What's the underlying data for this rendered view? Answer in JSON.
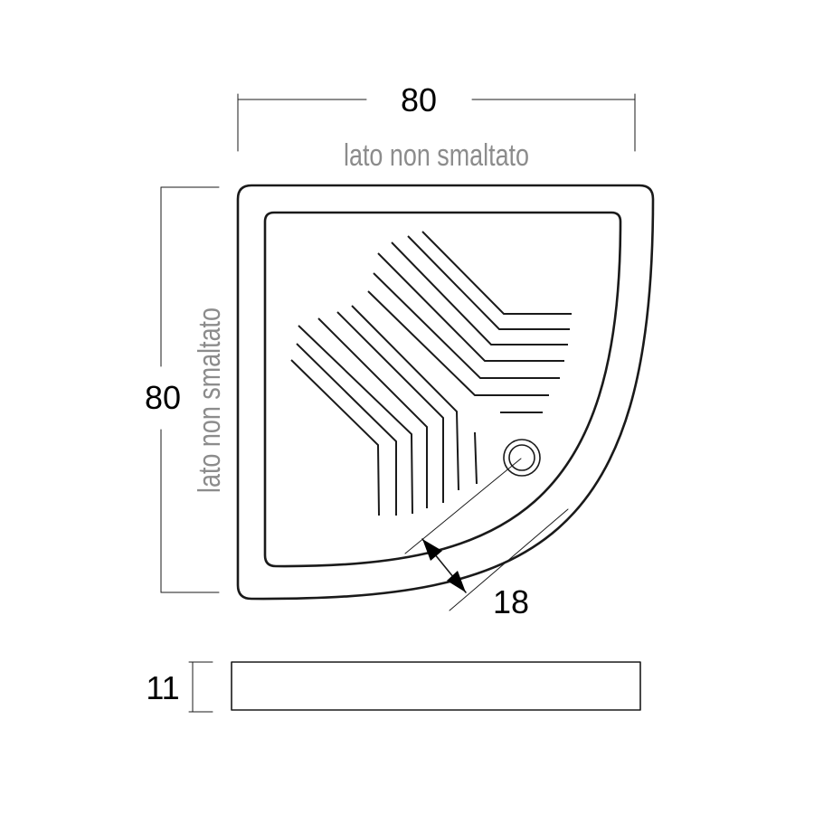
{
  "dimensions": {
    "width_top": "80",
    "width_top_note": "lato non smaltato",
    "depth_left": "80",
    "depth_left_note": "lato non smaltato",
    "rim": "18",
    "height": "11"
  },
  "colors": {
    "line": "#1a1a1a",
    "note": "#8c8c8c"
  }
}
